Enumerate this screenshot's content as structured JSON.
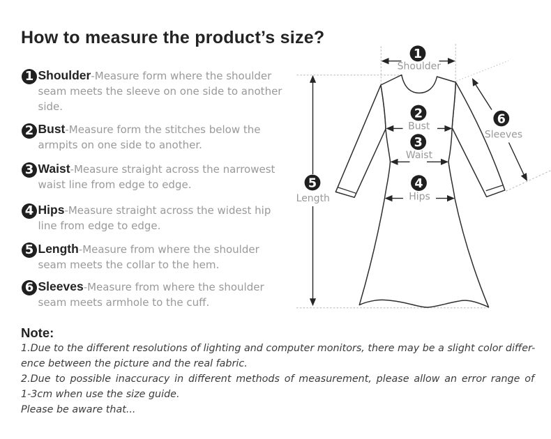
{
  "title": "How to measure the product’s size?",
  "list": {
    "items": [
      {
        "num": "1",
        "term": "Shoulder",
        "desc": "-Measure form where the shoulder seam meets the sleeve on one side to another side."
      },
      {
        "num": "2",
        "term": "Bust",
        "desc": "-Measure form the stitches below the armpits on one side to another."
      },
      {
        "num": "3",
        "term": "Waist",
        "desc": "-Measure straight across the narrowest waist line from edge to edge."
      },
      {
        "num": "4",
        "term": "Hips",
        "desc": "-Measure straight across the widest hip line from edge to edge."
      },
      {
        "num": "5",
        "term": "Length",
        "desc": "-Measure from where the shoulder seam meets the collar to the hem."
      },
      {
        "num": "6",
        "term": "Sleeves",
        "desc": "-Measure from where the shoulder seam meets armhole to the cuff."
      }
    ]
  },
  "diagram": {
    "markers": [
      {
        "num": "1",
        "label": "Shoulder"
      },
      {
        "num": "2",
        "label": "Bust"
      },
      {
        "num": "3",
        "label": "Waist"
      },
      {
        "num": "4",
        "label": "Hips"
      },
      {
        "num": "5",
        "label": "Length"
      },
      {
        "num": "6",
        "label": "Sleeves"
      }
    ]
  },
  "note": {
    "heading": "Note:",
    "lines": [
      "1.Due to the different resolutions of lighting and computer monitors, there may be a slight color differ-",
      "ence between the picture and the real fabric.",
      "2.Due to possible inaccuracy in different methods of measurement, please allow an error range of",
      "1-3cm when use the size guide.",
      "Please be aware that..."
    ]
  },
  "colors": {
    "background": "#ffffff",
    "text_dark": "#232323",
    "text_gray": "#999999",
    "line_art": "#2e2e2e",
    "badge_black": "#1f1f1f",
    "note_text": "#3b3b3b",
    "dashed_gray": "#b9b9b9"
  }
}
